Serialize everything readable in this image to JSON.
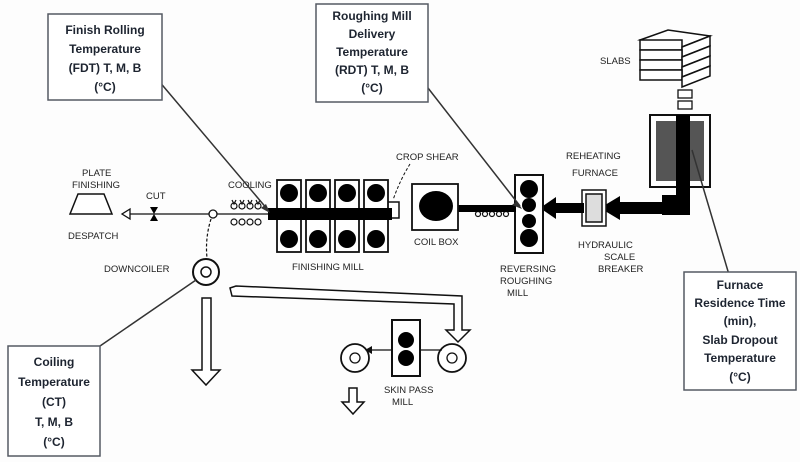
{
  "callouts": {
    "fdt": [
      "Finish Rolling",
      "Temperature",
      "(FDT) T, M, B",
      "(°C)"
    ],
    "rdt": [
      "Roughing Mill",
      "Delivery",
      "Temperature",
      "(RDT) T, M, B",
      "(°C)"
    ],
    "furnace": [
      "Furnace",
      "Residence Time",
      "(min),",
      "Slab Dropout",
      "Temperature",
      "(°C)"
    ],
    "ct": [
      "Coiling",
      "Temperature",
      "(CT)",
      "T, M, B",
      "(°C)"
    ]
  },
  "labels": {
    "slabs": "SLABS",
    "plate_finishing_1": "PLATE",
    "plate_finishing_2": "FINISHING",
    "cut": "CUT",
    "cooling": "COOLING",
    "crop_shear": "CROP SHEAR",
    "reheating_1": "REHEATING",
    "reheating_2": "FURNACE",
    "despatch": "DESPATCH",
    "coil_box": "COIL BOX",
    "hydraulic_1": "HYDRAULIC",
    "hydraulic_2": "SCALE",
    "hydraulic_3": "BREAKER",
    "reversing_1": "REVERSING",
    "reversing_2": "ROUGHING",
    "reversing_3": "MILL",
    "finishing_mill": "FINISHING MILL",
    "downcoiler": "DOWNCOILER",
    "skin_pass_1": "SKIN PASS",
    "skin_pass_2": "MILL"
  }
}
